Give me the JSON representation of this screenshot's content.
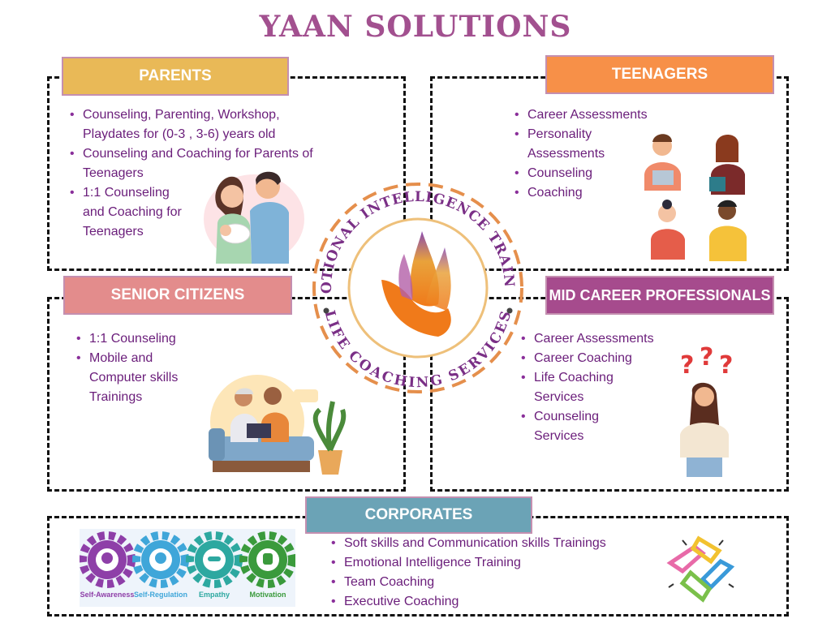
{
  "title": "YAAN SOLUTIONS",
  "colors": {
    "title": "#a2508f",
    "parents": "#e9b957",
    "teenagers": "#f79048",
    "seniors": "#e38c8c",
    "midcareer": "#a64b8d",
    "corporates": "#6ba3b6",
    "text": "#6a1d7a"
  },
  "parents": {
    "header": "PARENTS",
    "items": [
      "Counseling, Parenting, Workshop, Playdates for (0-3 , 3-6) years old",
      "Counseling and Coaching for Parents of Teenagers",
      "1:1 Counseling and Coaching for Teenagers"
    ]
  },
  "teenagers": {
    "header": "TEENAGERS",
    "items": [
      "Career Assessments",
      "Personality Assessments",
      "Counseling",
      "Coaching"
    ]
  },
  "seniors": {
    "header": "SENIOR CITIZENS",
    "items": [
      "1:1 Counseling",
      "Mobile and Computer skills Trainings"
    ]
  },
  "midcareer": {
    "header": "MID CAREER PROFESSIONALS",
    "items": [
      "Career Assessments",
      "Career Coaching",
      "Life Coaching Services",
      "Counseling Services"
    ]
  },
  "corporates": {
    "header": "CORPORATES",
    "items": [
      "Soft skills and Communication skills Trainings",
      "Emotional Intelligence Training",
      "Team Coaching",
      "Executive Coaching"
    ]
  },
  "center": {
    "top_text": "EMOTIONAL INTELLIGENCE TRAINING",
    "bottom_text": "LIFE COACHING SERVICES",
    "icon": "flame-hand-logo"
  },
  "gears": [
    {
      "label": "Self-Awareness",
      "color": "#8e3fa8",
      "icon": "head-icon"
    },
    {
      "label": "Self-Regulation",
      "color": "#3fa6d9",
      "icon": "brain-gear-icon"
    },
    {
      "label": "Empathy",
      "color": "#2da8a0",
      "icon": "handshake-icon"
    },
    {
      "label": "Motivation",
      "color": "#3a9a3c",
      "icon": "fist-icon"
    }
  ]
}
